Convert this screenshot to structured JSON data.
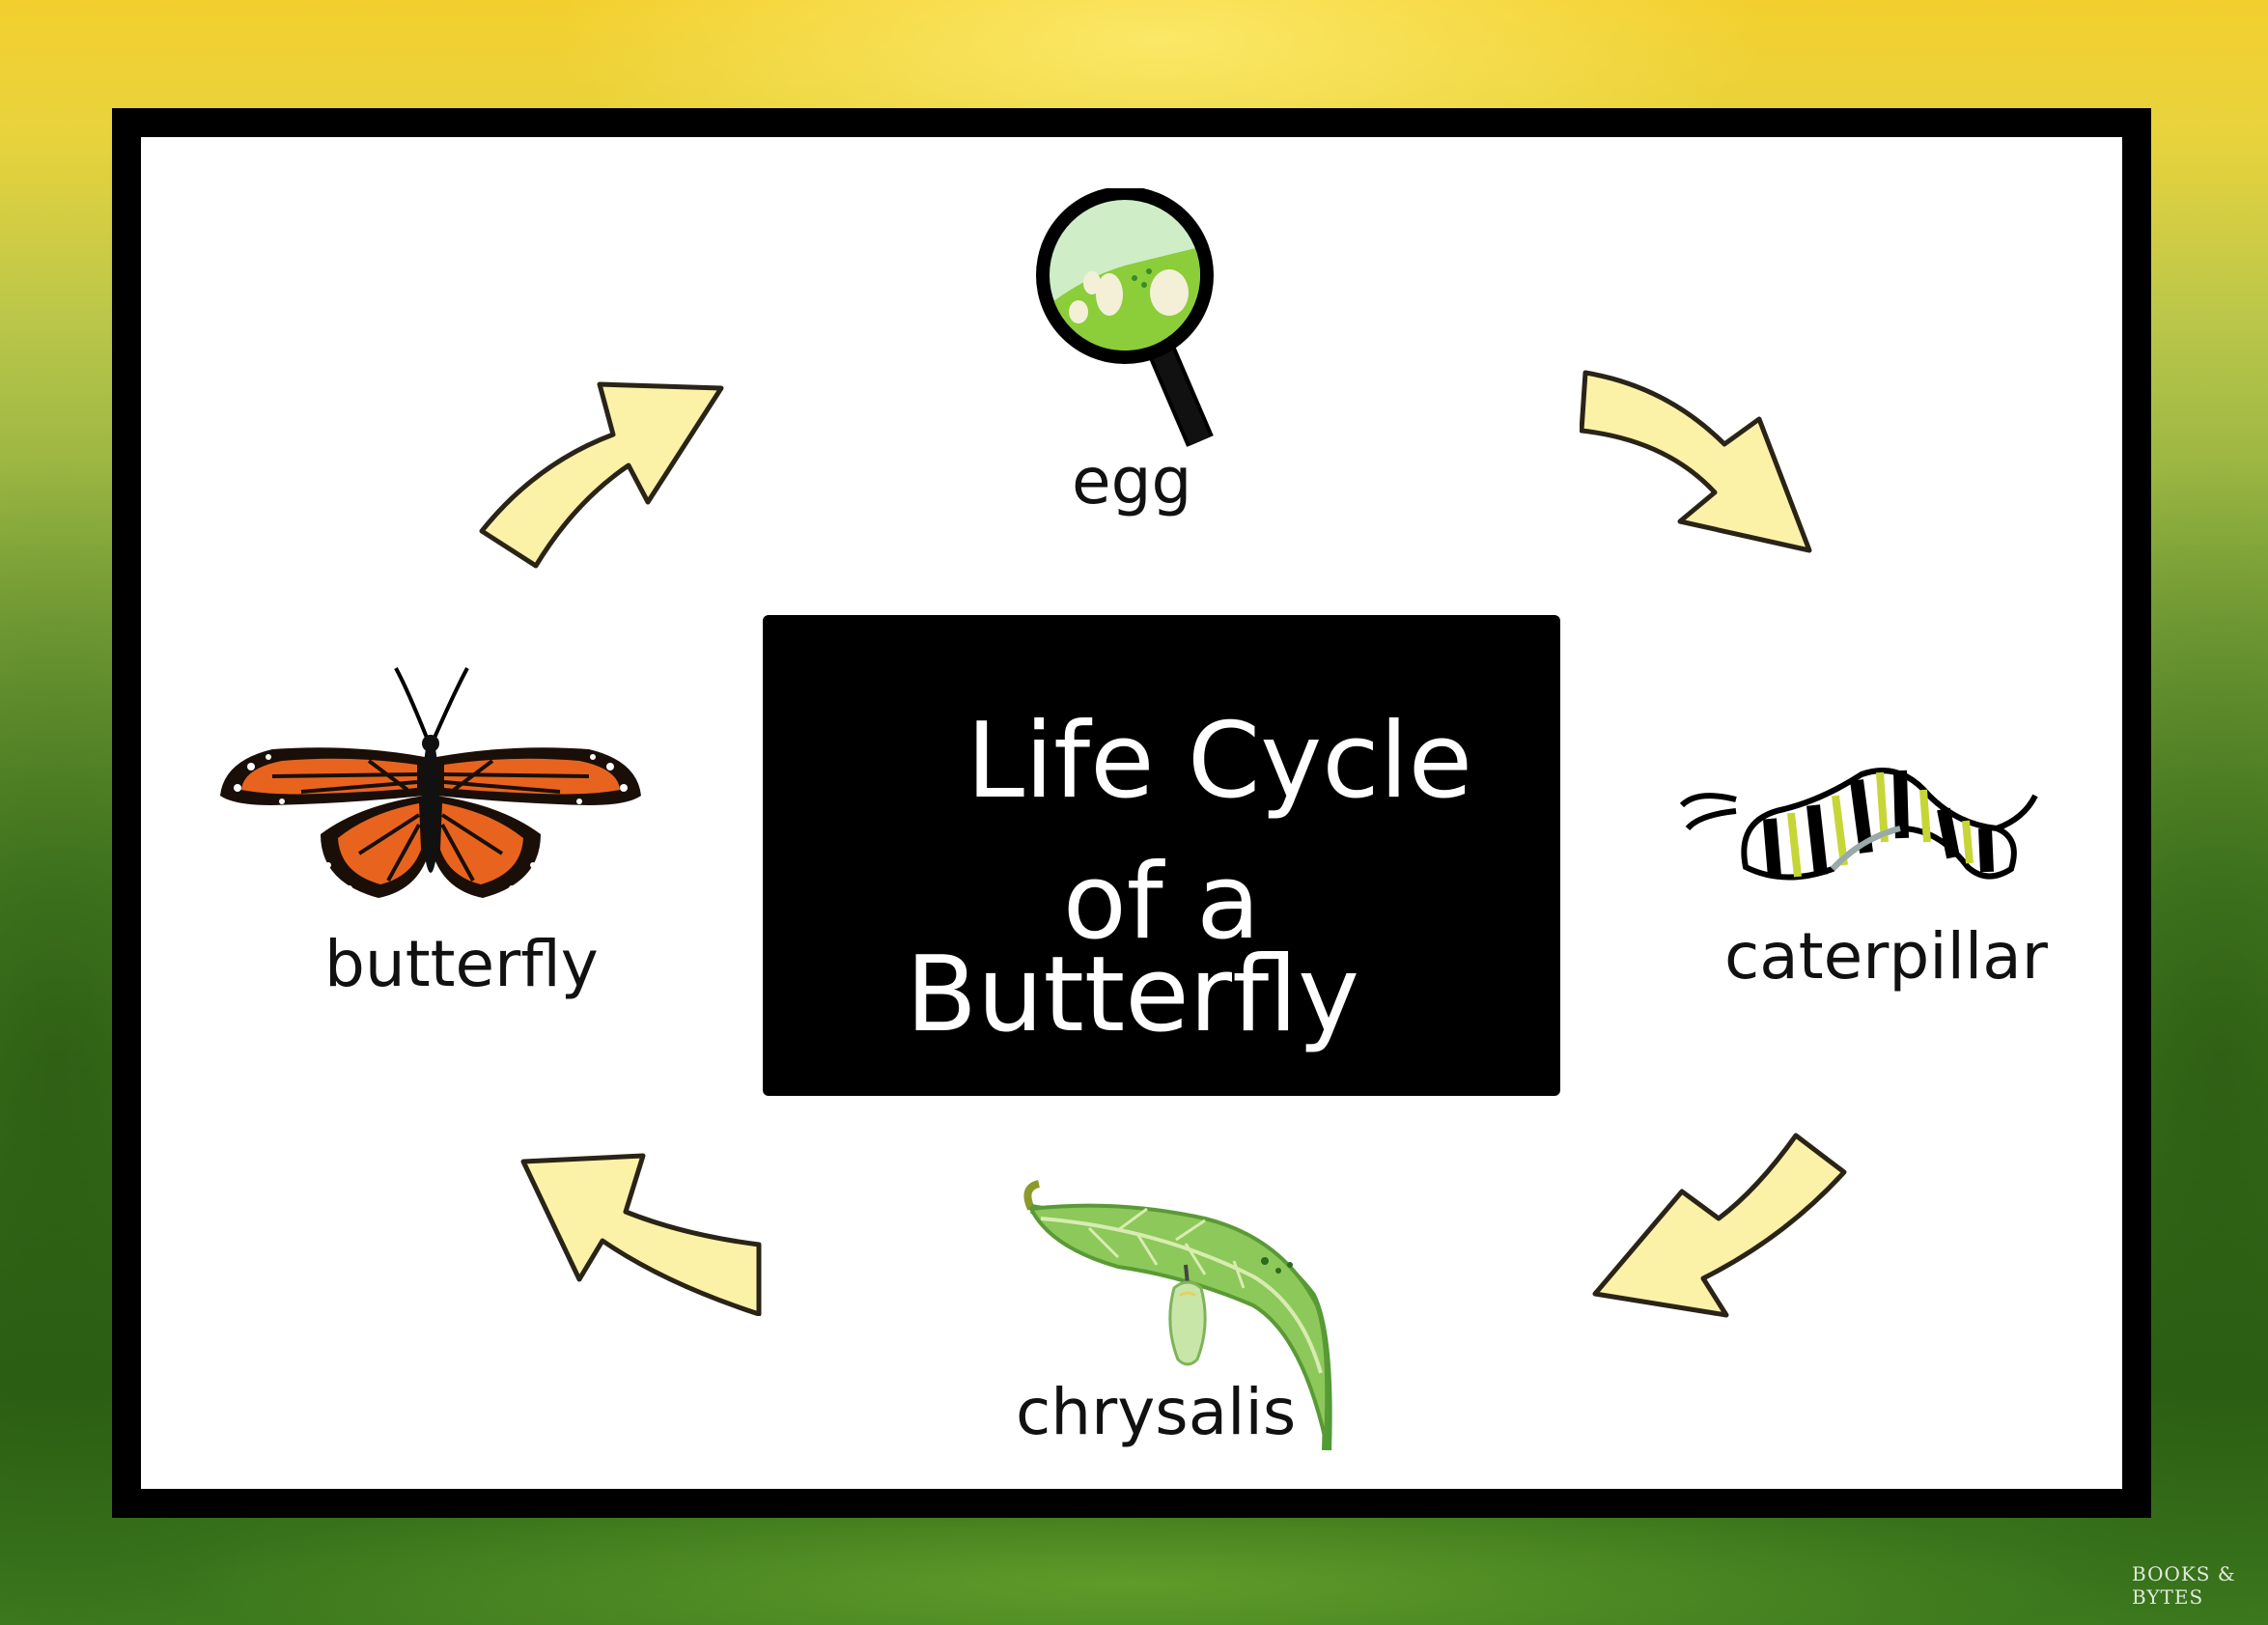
{
  "title": {
    "line1": "Life Cycle",
    "line2": "of a",
    "line3": "Butterfly"
  },
  "stages": [
    {
      "label": "egg",
      "icon": "magnifier-egg-icon"
    },
    {
      "label": "caterpillar",
      "icon": "caterpillar-icon"
    },
    {
      "label": "chrysalis",
      "icon": "chrysalis-leaf-icon"
    },
    {
      "label": "butterfly",
      "icon": "monarch-butterfly-icon"
    }
  ],
  "colors": {
    "frame": "#000000",
    "board": "#ffffff",
    "arrow_fill": "#fbf2a8",
    "arrow_stroke": "#2a2417"
  },
  "watermark": "BOOKS & BYTES"
}
